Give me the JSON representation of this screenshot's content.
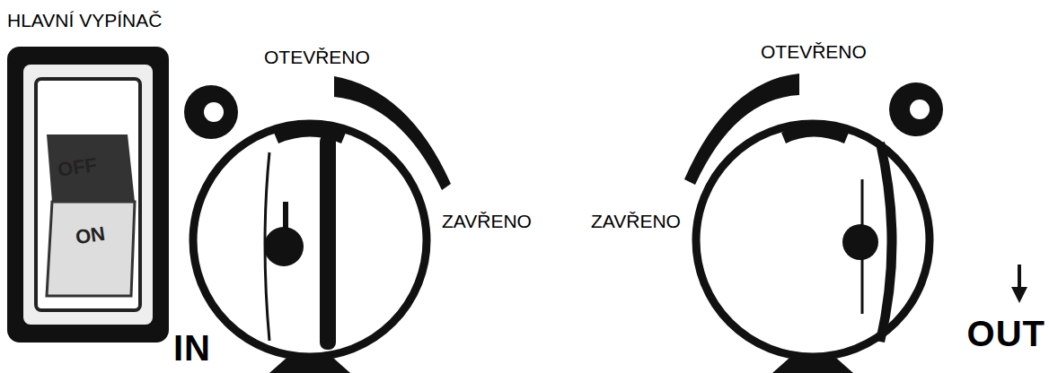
{
  "diagram": {
    "labels": [
      "HLAVNÍ VYPÍNAČ",
      "OFF",
      "ON",
      "OTEVŘENO",
      "ZAVŘENO",
      "IN",
      "OTEVŘENO",
      "ZAVŘENO",
      "OUT"
    ]
  }
}
